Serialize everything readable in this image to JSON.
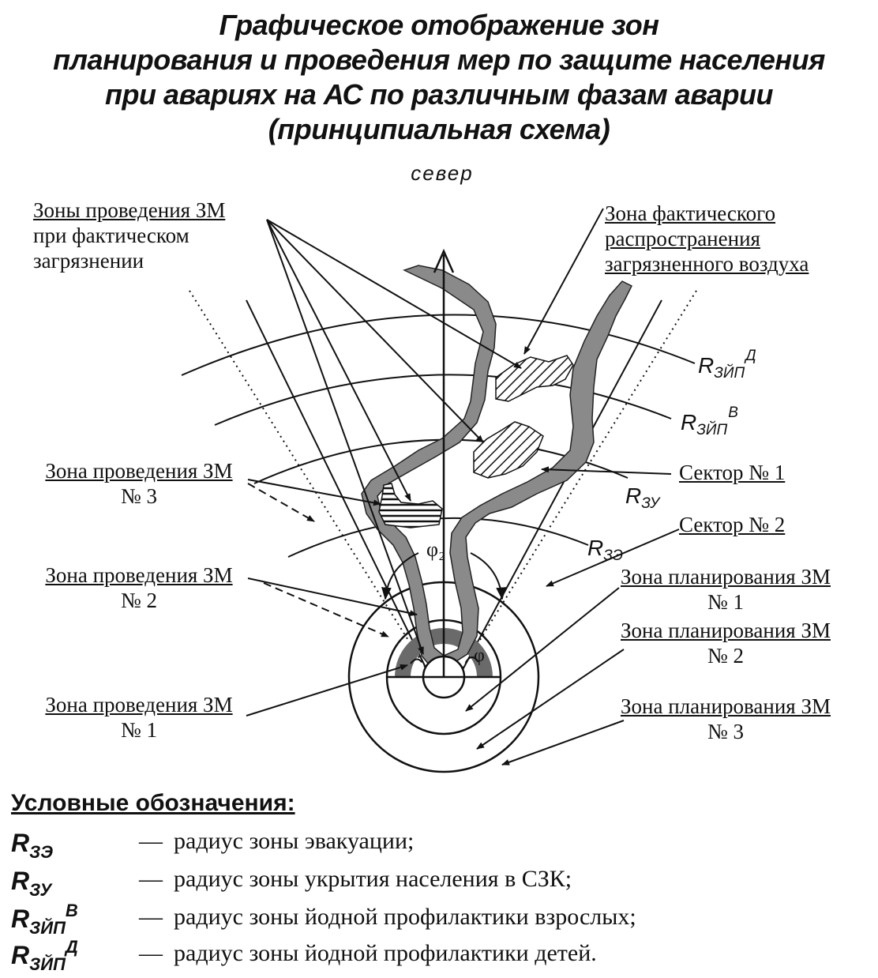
{
  "title": {
    "line1": "Графическое отображение зон",
    "line2": "планирования и проведения мер по защите населения",
    "line3": "при авариях на АС по различным фазам аварии",
    "line4": "(принципиальная схема)"
  },
  "north_label": "север",
  "labels": {
    "zm_actual_l1": "Зоны проведения ЗМ",
    "zm_actual_l2": "при фактическом",
    "zm_actual_l3": "загрязнении",
    "air_l1": "Зона фактического",
    "air_l2": "распространения",
    "air_l3": "загрязненного воздуха",
    "zm3_l1": "Зона проведения ЗМ",
    "zm3_l2": "№ 3",
    "zm2_l1": "Зона проведения ЗМ",
    "zm2_l2": "№ 2",
    "zm1_l1": "Зона проведения ЗМ",
    "zm1_l2": "№ 1",
    "sector1": "Сектор № 1",
    "sector2": "Сектор № 2",
    "plan1_l1": "Зона планирования ЗМ",
    "plan1_l2": "№ 1",
    "plan2_l1": "Зона планирования ЗМ",
    "plan2_l2": "№ 2",
    "plan3_l1": "Зона планирования ЗМ",
    "plan3_l2": "№ 3"
  },
  "radius_labels": {
    "r_base": "R",
    "zyip_sub": "ЗЙП",
    "d_sup": "Д",
    "v_sup": "В",
    "zu_sub": "ЗУ",
    "ze_sub": "ЗЭ"
  },
  "angle_labels": {
    "phi2": "φ₂",
    "phi": "φ"
  },
  "legend": {
    "title": "Условные обозначения:",
    "dash": "—",
    "rows": [
      {
        "sym": "R",
        "sub": "ЗЭ",
        "sup": "",
        "text": "радиус зоны эвакуации;"
      },
      {
        "sym": "R",
        "sub": "ЗУ",
        "sup": "",
        "text": "радиус зоны укрытия населения в СЗК;"
      },
      {
        "sym": "R",
        "sub": "ЗЙП",
        "sup": "В",
        "text": "радиус зоны йодной профилактики взрослых;"
      },
      {
        "sym": "R",
        "sub": "ЗЙП",
        "sup": "Д",
        "text": "радиус зоны йодной профилактики детей."
      }
    ]
  },
  "colors": {
    "ink": "#111111",
    "plume": "#8a8a8a",
    "background": "#ffffff"
  }
}
